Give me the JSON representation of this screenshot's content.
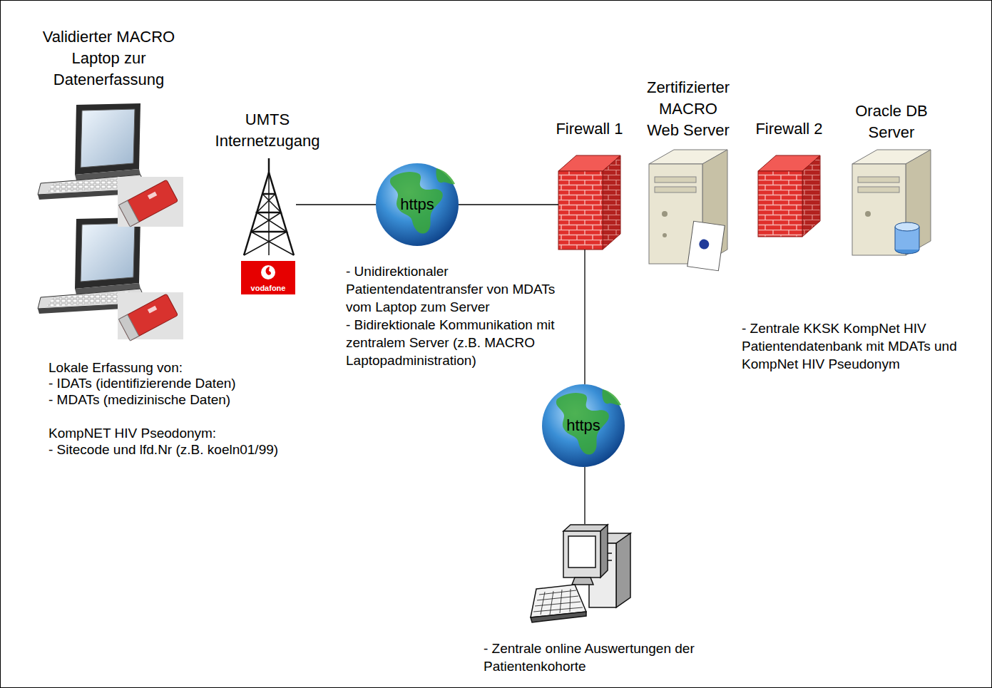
{
  "diagram": {
    "nodes": [
      {
        "text": [
          "Validierter MACRO Laptop zur Datenerfassung"
        ]
      },
      {
        "text": [
          "UMTS Internetzugang"
        ]
      },
      {
        "text": [
          "https"
        ]
      },
      {
        "text": [
          "Firewall 1"
        ]
      },
      {
        "text": [
          "Zertifizierter MACRO Web Server"
        ]
      },
      {
        "text": [
          "Firewall 2"
        ]
      },
      {
        "text": [
          "Oracle DB Server"
        ]
      },
      {
        "text": [
          "https"
        ]
      },
      {
        "text": [
          "- Zentrale online Auswertungen der Patientenkohorte"
        ]
      }
    ],
    "edges": [
      {
        "from": 1,
        "to": 2,
        "arrow": "none"
      },
      {
        "from": 2,
        "to": 3,
        "arrow": "none"
      },
      {
        "from": 3,
        "to": 7,
        "arrow": "none"
      },
      {
        "from": 7,
        "to": 8,
        "arrow": "none"
      }
    ],
    "labels": [
      "Lokale Erfassung von:",
      "- IDATs (identifizierende Daten)",
      "- MDATs (medizinische Daten)",
      "KompNET HIV Pseodonym:",
      "- Sitecode und lfd.Nr (z.B. koeln01/99)",
      "vodafone",
      "- Unidirektionaler Patientendatentransfer von MDATs vom Laptop zum Server",
      "- Bidirektionale Kommunikation mit zentralem Server (z.B. MACRO Laptopadministration)",
      "- Zentrale KKSK KompNet HIV Patientendatenbank mit MDATs und KompNet HIV Pseudonym"
    ]
  }
}
